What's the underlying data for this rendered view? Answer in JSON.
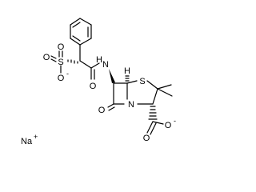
{
  "structure": {
    "atoms": {
      "o_sulfonyl_top": "O",
      "s_sulfonyl": "S",
      "o_sulfonyl_left": "O",
      "o_sulfonate": "O",
      "o_sulfonate_charge": "-",
      "o_amide": "O",
      "n_amide_h": "H",
      "n_amide": "N",
      "h_bridgehead": "H",
      "s_thiazolidine": "S",
      "n_lactam": "N",
      "o_lactam": "O",
      "o_carboxylate_top": "O",
      "o_carboxylate": "O",
      "o_carboxylate_charge": "-"
    },
    "counterion": {
      "symbol": "Na",
      "charge": "+"
    }
  }
}
